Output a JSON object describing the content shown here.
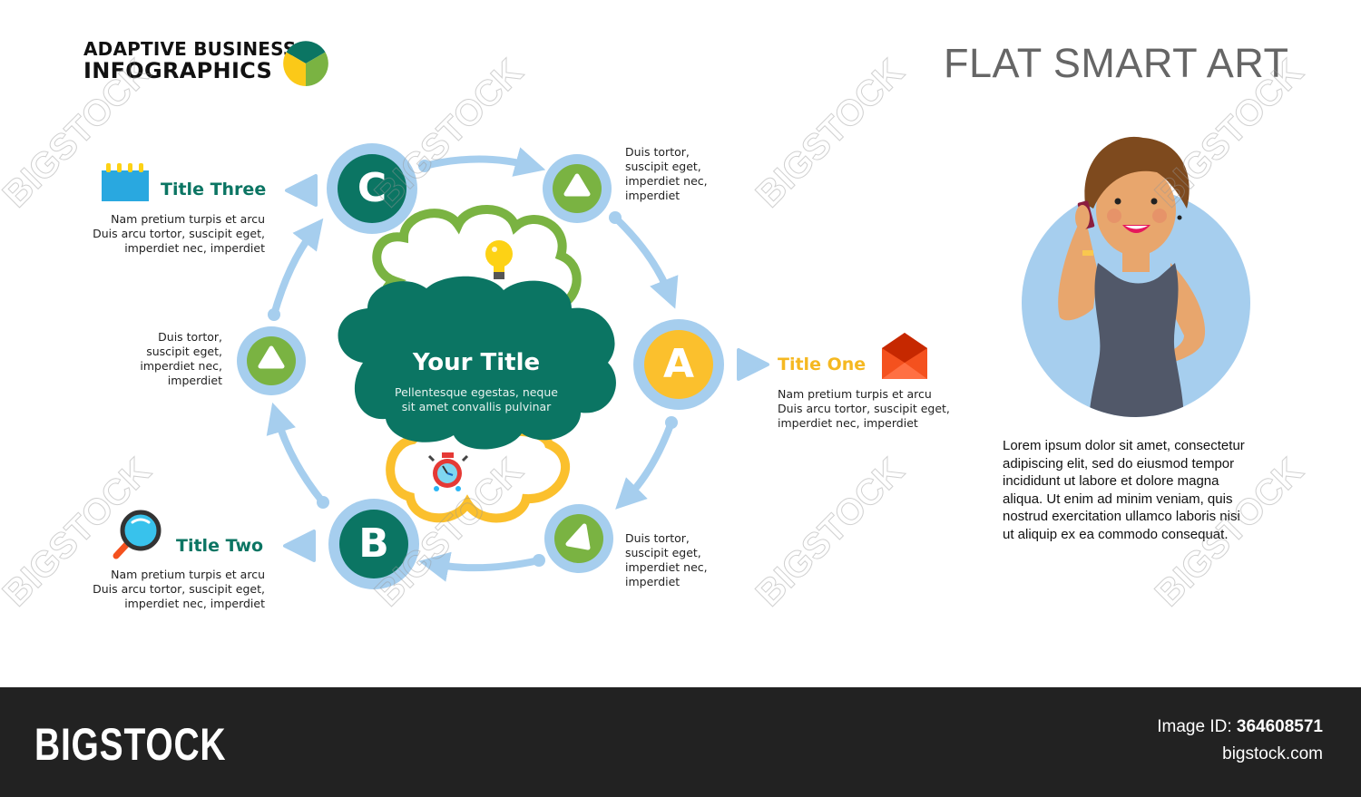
{
  "header": {
    "brand_line1": "ADAPTIVE BUSINESS",
    "brand_line2": "INFOGRAPHICS",
    "main_heading": "FLAT SMART ART"
  },
  "colors": {
    "teal": "#0B7563",
    "green": "#7AB342",
    "yellow": "#FBC02D",
    "light_blue": "#A6CEEE",
    "title_teal": "#0B7563",
    "title_yellow": "#F5B821",
    "red_envelope": "#F4511E",
    "footer_bg": "#222222"
  },
  "center": {
    "title": "Your Title",
    "subtitle_line1": "Pellentesque egestas, neque",
    "subtitle_line2": "sit amet convallis pulvinar",
    "top_cloud_icon": "lightbulb-icon",
    "bottom_cloud_icon": "alarm-clock-icon"
  },
  "nodes": {
    "a": {
      "letter": "A",
      "title": "Title One",
      "icon": "envelope-icon",
      "desc": [
        "Nam pretium turpis et arcu",
        "Duis arcu tortor, suscipit eget,",
        "imperdiet nec, imperdiet"
      ]
    },
    "b": {
      "letter": "B",
      "title": "Title Two",
      "icon": "magnifier-icon",
      "desc": [
        "Nam pretium turpis et arcu",
        "Duis arcu tortor, suscipit eget,",
        "imperdiet nec, imperdiet"
      ]
    },
    "c": {
      "letter": "C",
      "title": "Title Three",
      "icon": "calendar-icon",
      "desc": [
        "Nam pretium turpis et arcu",
        "Duis arcu tortor, suscipit eget,",
        "imperdiet nec, imperdiet"
      ]
    }
  },
  "minor_nodes": {
    "top_right": {
      "desc": [
        "Duis tortor,",
        "suscipit eget,",
        "imperdiet nec,",
        "imperdiet"
      ]
    },
    "left": {
      "desc": [
        "Duis tortor,",
        "suscipit eget,",
        "imperdiet nec,",
        "imperdiet"
      ]
    },
    "bottom_right": {
      "desc": [
        "Duis tortor,",
        "suscipit eget,",
        "imperdiet nec,",
        "imperdiet"
      ]
    }
  },
  "side_panel": {
    "avatar_icon": "woman-on-phone-illustration",
    "text": [
      "Lorem ipsum dolor sit amet, consectetur",
      "adipiscing elit, sed do eiusmod tempor",
      "incididunt ut labore et dolore magna",
      "aliqua. Ut enim ad minim veniam, quis",
      "nostrud exercitation ullamco laboris nisi",
      "ut aliquip ex ea commodo consequat."
    ]
  },
  "footer": {
    "logo": "BIGSTOCK",
    "image_id_label": "Image ID: ",
    "image_id": "364608571",
    "site": "bigstock.com"
  },
  "watermark": "BIGSTOCK"
}
